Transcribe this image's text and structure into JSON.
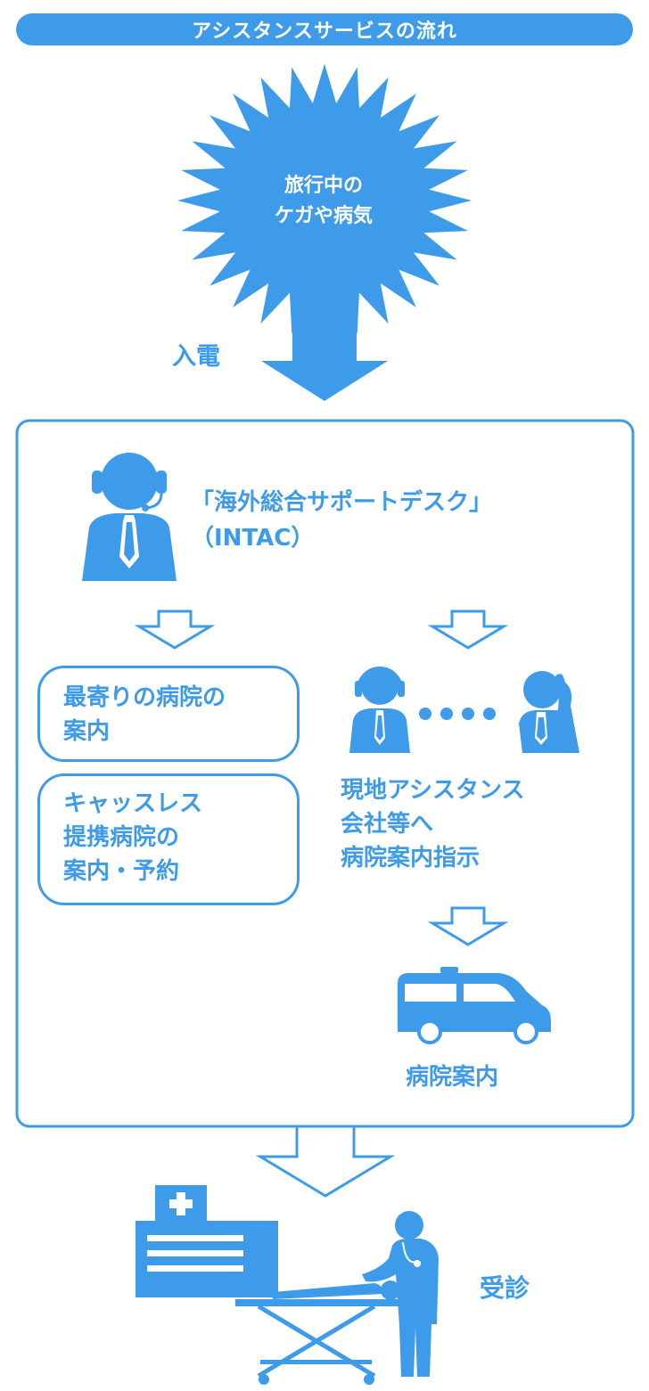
{
  "title": "アシスタンスサービスの流れ",
  "burst": {
    "line1": "旅行中の",
    "line2": "ケガや病気"
  },
  "call_label": "入電",
  "desk": {
    "line1": "「海外総合サポートデスク」",
    "line2": "（INTAC）"
  },
  "left_options": [
    {
      "line1": "最寄りの病院の",
      "line2": "案内"
    },
    {
      "line1": "キャッスレス",
      "line2": "提携病院の",
      "line3": "案内・予約"
    }
  ],
  "local_instruction": {
    "line1": "現地アシスタンス",
    "line2": "会社等へ",
    "line3": "病院案内指示"
  },
  "hospital_guide": "病院案内",
  "consultation": "受診",
  "colors": {
    "accent": "#3d9be9",
    "background": "#ffffff"
  },
  "icons": [
    "starburst-icon",
    "operator-headset-icon",
    "operator-phone-icon",
    "ambulance-icon",
    "hospital-building-icon",
    "doctor-icon",
    "stretcher-icon"
  ]
}
